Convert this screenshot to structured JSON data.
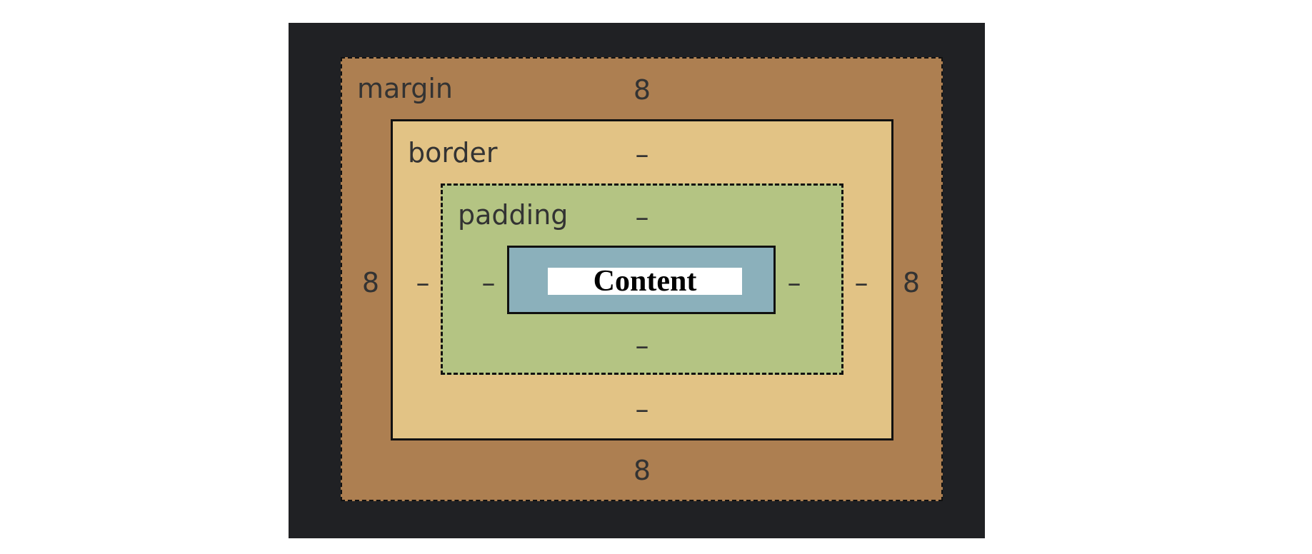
{
  "colors": {
    "panel": "#202124",
    "margin": "#ad7f51",
    "border": "#e2c385",
    "padding": "#b4c483",
    "content": "#8bb0bb"
  },
  "margin": {
    "label": "margin",
    "top": "8",
    "right": "8",
    "bottom": "8",
    "left": "8"
  },
  "border": {
    "label": "border",
    "top": "–",
    "right": "–",
    "bottom": "–",
    "left": "–"
  },
  "padding": {
    "label": "padding",
    "top": "–",
    "right": "–",
    "bottom": "–",
    "left": "–"
  },
  "content": {
    "label": "Content"
  }
}
